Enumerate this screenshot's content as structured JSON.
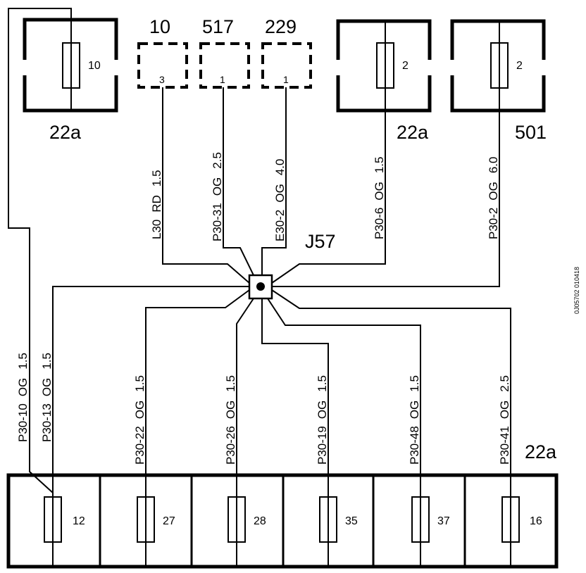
{
  "reference_code": "0J05702 010418",
  "junction": {
    "label": "J57"
  },
  "top_boxes": [
    {
      "id": "fuse-box-22a-left",
      "label": "22a",
      "fuse": "10"
    },
    {
      "id": "fuse-box-22a-right",
      "label": "22a",
      "fuse": "2"
    },
    {
      "id": "fuse-box-501",
      "label": "501",
      "fuse": "2"
    }
  ],
  "connectors": [
    {
      "id": "connector-10",
      "label": "10",
      "pin": "3"
    },
    {
      "id": "connector-517",
      "label": "517",
      "pin": "1"
    },
    {
      "id": "connector-229",
      "label": "229",
      "pin": "1"
    }
  ],
  "top_wires": [
    {
      "circuit": "L30",
      "color": "RD",
      "size": "1.5"
    },
    {
      "circuit": "P30-31",
      "color": "OG",
      "size": "2.5"
    },
    {
      "circuit": "E30-2",
      "color": "OG",
      "size": "4.0"
    },
    {
      "circuit": "P30-6",
      "color": "OG",
      "size": "1.5"
    },
    {
      "circuit": "P30-2",
      "color": "OG",
      "size": "6.0"
    }
  ],
  "bottom_wires": [
    {
      "circuit": "P30-10",
      "color": "OG",
      "size": "1.5"
    },
    {
      "circuit": "P30-13",
      "color": "OG",
      "size": "1.5"
    },
    {
      "circuit": "P30-22",
      "color": "OG",
      "size": "1.5"
    },
    {
      "circuit": "P30-26",
      "color": "OG",
      "size": "1.5"
    },
    {
      "circuit": "P30-19",
      "color": "OG",
      "size": "1.5"
    },
    {
      "circuit": "P30-48",
      "color": "OG",
      "size": "1.5"
    },
    {
      "circuit": "P30-41",
      "color": "OG",
      "size": "2.5"
    }
  ],
  "bottom_box": {
    "label": "22a",
    "fuses": [
      "12",
      "27",
      "28",
      "35",
      "37",
      "16"
    ]
  }
}
